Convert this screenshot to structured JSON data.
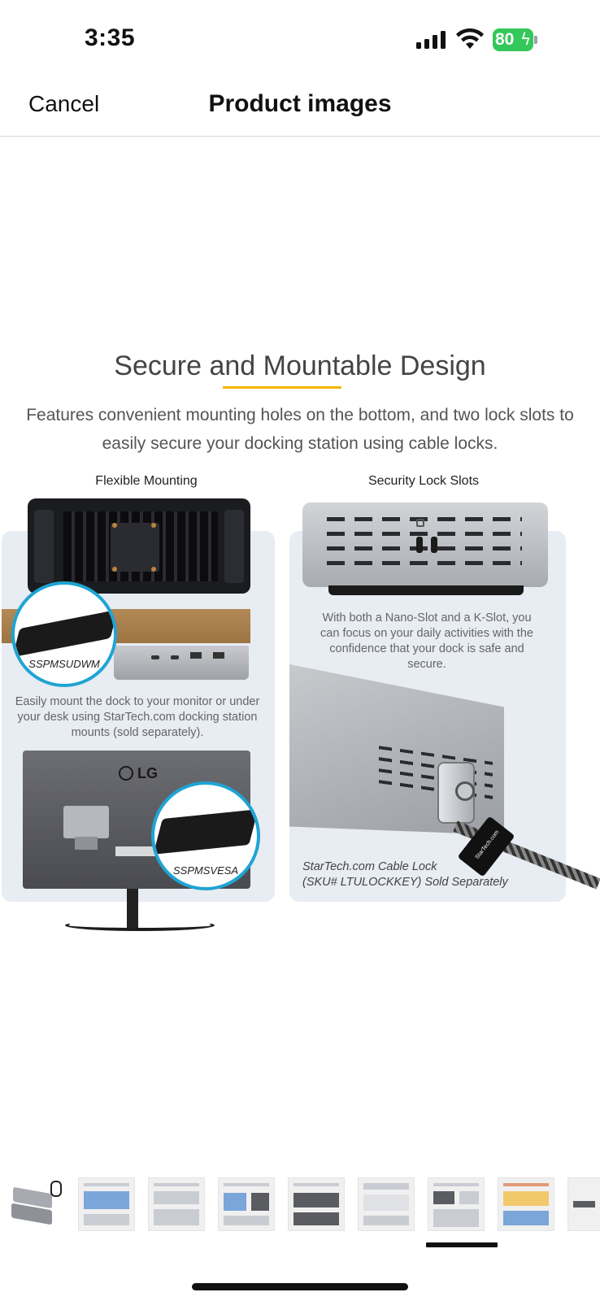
{
  "status_bar": {
    "time": "3:35",
    "battery_level": "80",
    "battery_color": "#34c759",
    "icons": [
      "signal-icon",
      "wifi-icon",
      "battery-icon"
    ]
  },
  "nav": {
    "cancel_label": "Cancel",
    "title": "Product images"
  },
  "product_image": {
    "headline": "Secure and Mountable Design",
    "accent_color": "#f2b600",
    "intro": "Features convenient mounting holes on the bottom, and two lock slots to easily secure your docking station using cable locks.",
    "left": {
      "title": "Flexible Mounting",
      "desk_mount_label": "SSPMSUDWM",
      "caption": "Easily mount the dock to your monitor or under your desk using StarTech.com docking station mounts (sold separately).",
      "monitor_brand": "LG",
      "vesa_mount_label": "SSPMSVESA"
    },
    "right": {
      "title": "Security Lock Slots",
      "caption": "With both a Nano-Slot and a K-Slot, you can focus on your daily activities with the confidence that your dock is safe and secure.",
      "lock_tag": "StarTech.com",
      "lock_caption_1": "StarTech.com Cable Lock",
      "lock_caption_2": "(SKU# LTULOCKKEY) Sold Separately"
    }
  },
  "thumbnails": {
    "count": 9,
    "selected_index": 6
  }
}
